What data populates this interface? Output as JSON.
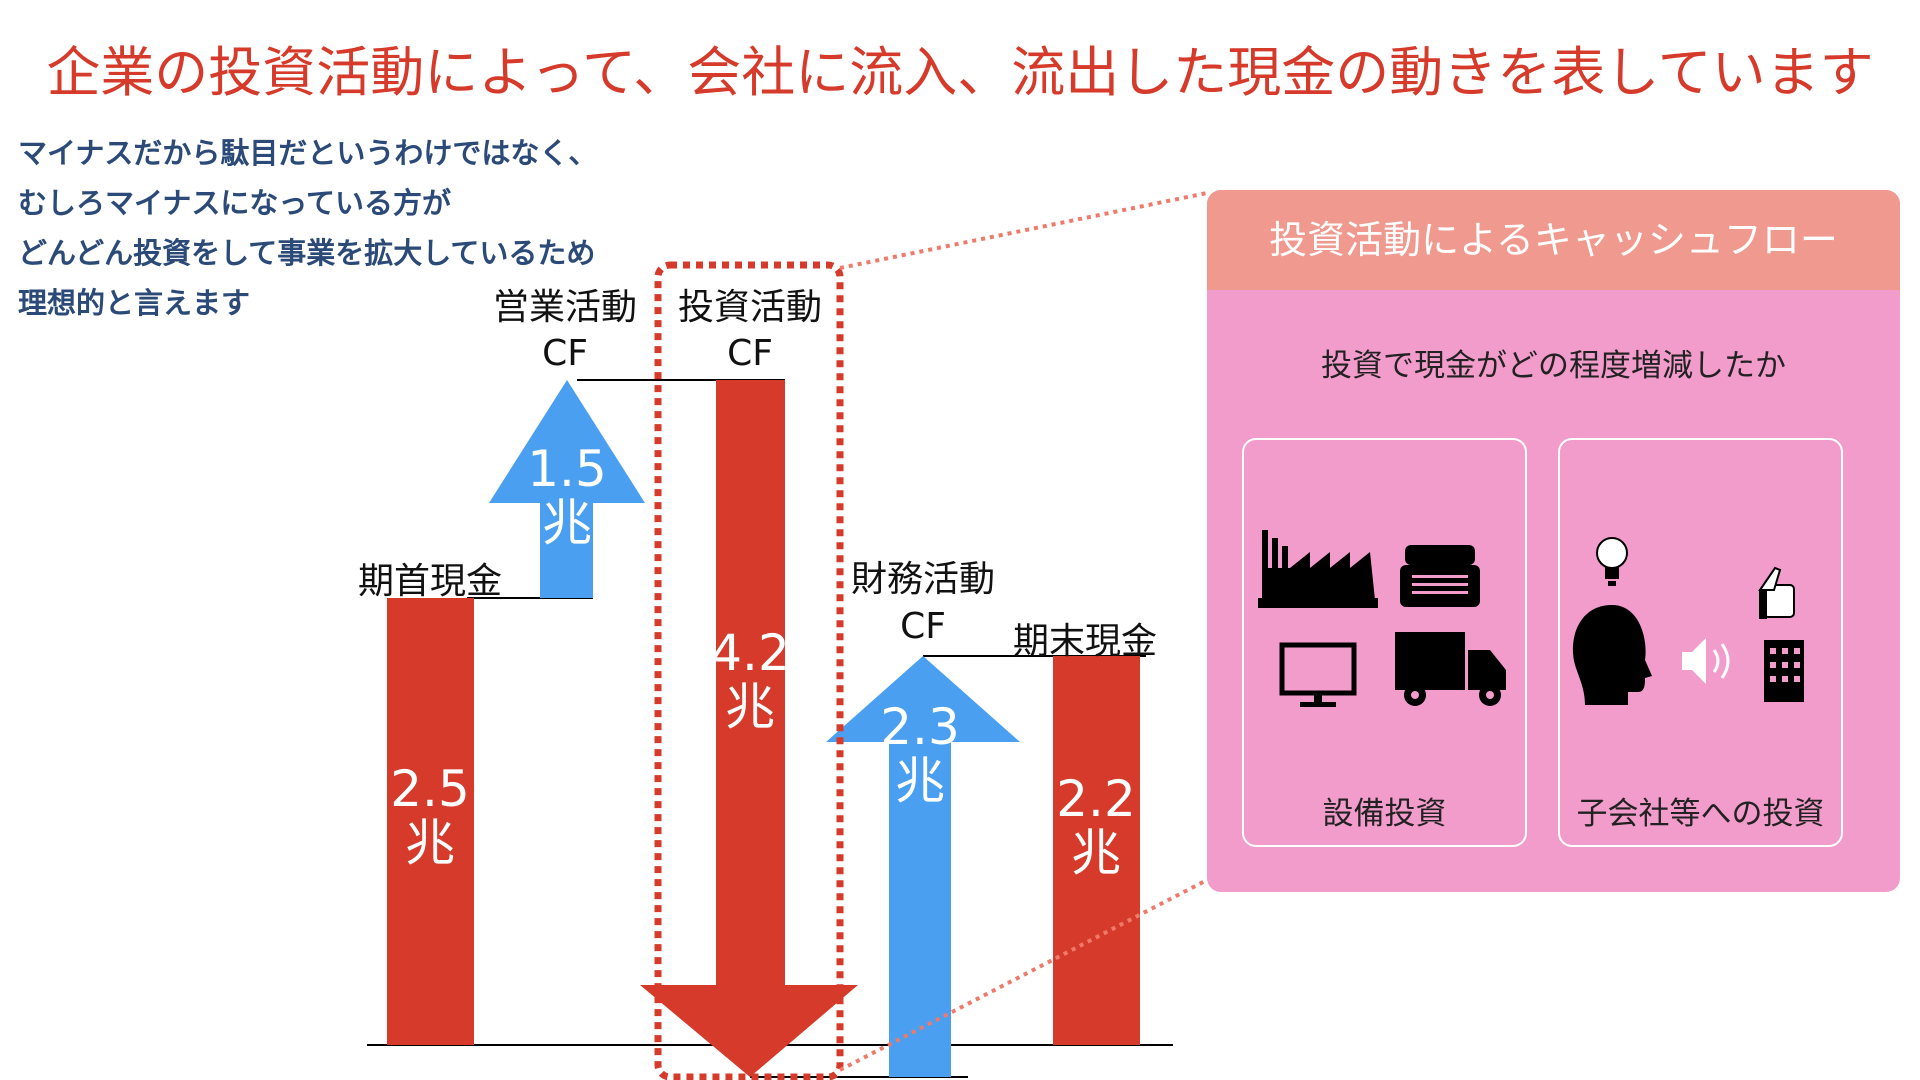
{
  "title": "企業の投資活動によって、会社に流入、流出した現金の動きを表しています",
  "note": {
    "lines": [
      "マイナスだから駄目だというわけではなく、",
      "むしろマイナスになっている方が",
      "どんどん投資をして事業を拡大しているため",
      "理想的と言えます"
    ]
  },
  "diagram": {
    "beginning_cash": {
      "label": "期首現金",
      "value": "2.5",
      "unit": "兆"
    },
    "operating_cf": {
      "label": "営業活動",
      "label2": "CF",
      "value": "1.5",
      "unit": "兆"
    },
    "investing_cf": {
      "label": "投資活動",
      "label2": "CF",
      "value": "4.2",
      "unit": "兆"
    },
    "financing_cf": {
      "label": "財務活動",
      "label2": "CF",
      "value": "2.3",
      "unit": "兆"
    },
    "ending_cash": {
      "label": "期末現金",
      "value": "2.2",
      "unit": "兆"
    }
  },
  "panel": {
    "title": "投資活動によるキャッシュフロー",
    "subtitle": "投資で現金がどの程度増減したか",
    "box1": {
      "label": "設備投資",
      "icons": [
        "factory-icon",
        "typewriter-icon",
        "monitor-icon",
        "truck-icon"
      ]
    },
    "box2": {
      "label": "子会社等への投資",
      "icons": [
        "lightbulb-icon",
        "thumbs-up-icon",
        "head-icon",
        "speaker-icon",
        "building-icon"
      ]
    }
  },
  "colors": {
    "title": "#d63a2a",
    "red": "#d63a2a",
    "blue": "#4a9ff0",
    "panel": "#f29ccb",
    "panel_head": "#f0998f",
    "note": "#2b4a78"
  }
}
